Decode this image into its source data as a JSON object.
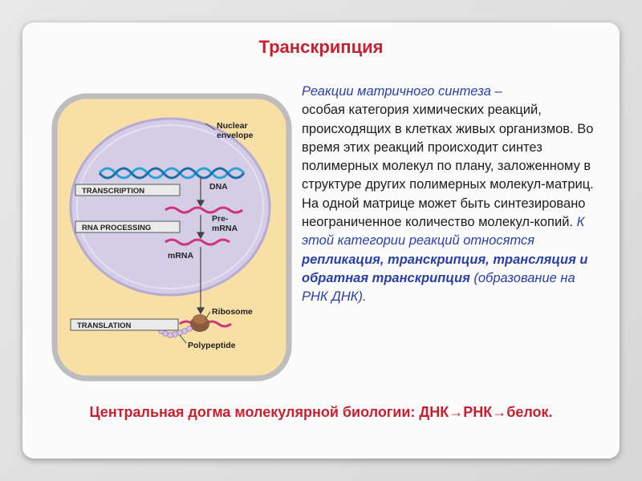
{
  "title": "Транскрипция",
  "figure": {
    "labels": {
      "nuclear_envelope_line1": "Nuclear",
      "nuclear_envelope_line2": "envelope",
      "dna": "DNA",
      "pre_mrna_line1": "Pre-",
      "pre_mrna_line2": "mRNA",
      "mrna": "mRNA",
      "ribosome": "Ribosome",
      "polypeptide": "Polypeptide"
    },
    "process_boxes": {
      "transcription": "Transcription",
      "rna_processing": "RNA processing",
      "translation": "Translation"
    },
    "colors": {
      "cell_fill": "#f7dfa5",
      "cell_border": "#bdbdbd",
      "nucleus_fill": "#d4cde6",
      "dna_strand": "#2fa0d8",
      "mrna_strand": "#d0337a",
      "box_fill": "#eaeaea"
    }
  },
  "text": {
    "definition_term": "Реакции матричного синтеза –",
    "definition_body": "особая категория химических реакций, происходящих в клетках живых организмов. Во время этих реакций происходит синтез полимерных молекул по плану, заложенному в структуре других полимерных молекул-матриц. На одной матрице может быть синтезировано неограниченное количество молекул-копий.",
    "category_intro": " К этой категории реакций относятся",
    "category_terms": "репликация, транскрипция, трансляция и обратная транскрипция",
    "category_note": " (образование на РНК ДНК)."
  },
  "dogma": "Центральная догма молекулярной биологии: ДНК→РНК→белок."
}
